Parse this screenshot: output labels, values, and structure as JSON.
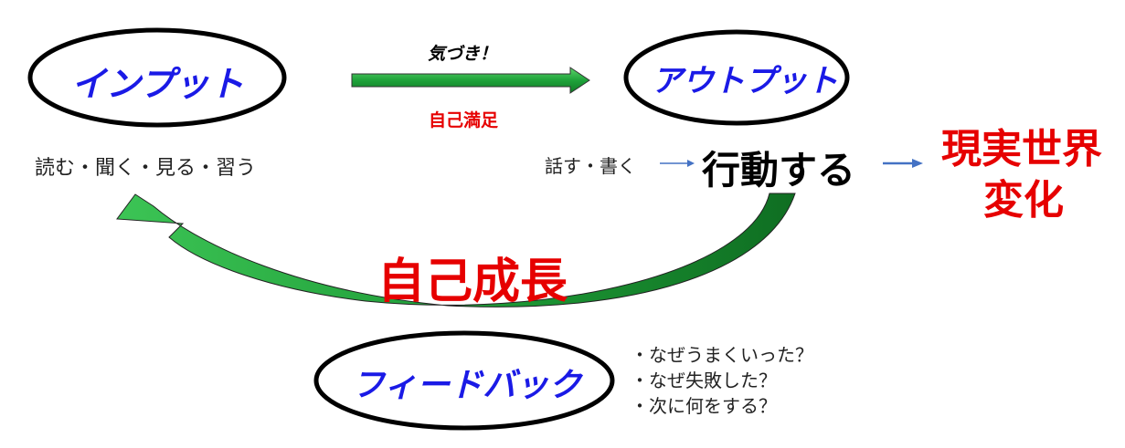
{
  "nodes": {
    "input": {
      "label": "インプット"
    },
    "output": {
      "label": "アウトプット"
    },
    "feedback": {
      "label": "フィードバック"
    }
  },
  "arrow_top": {
    "label_above": "気づき！",
    "label_below": "自己満足"
  },
  "input_methods": "読む・聞く・見る・習う",
  "output_methods": "話す・書く",
  "action": "行動する",
  "result": {
    "line1": "現実世界",
    "line2": "変化"
  },
  "growth": "自己成長",
  "feedback_questions": [
    "・なぜうまくいった？",
    "・なぜ失敗した？",
    "・次に何をする？"
  ],
  "colors": {
    "ellipse_text": "#1a1ae6",
    "red": "#e60000",
    "green": "#1e9e3a",
    "blue_arrow": "#4472c4"
  }
}
